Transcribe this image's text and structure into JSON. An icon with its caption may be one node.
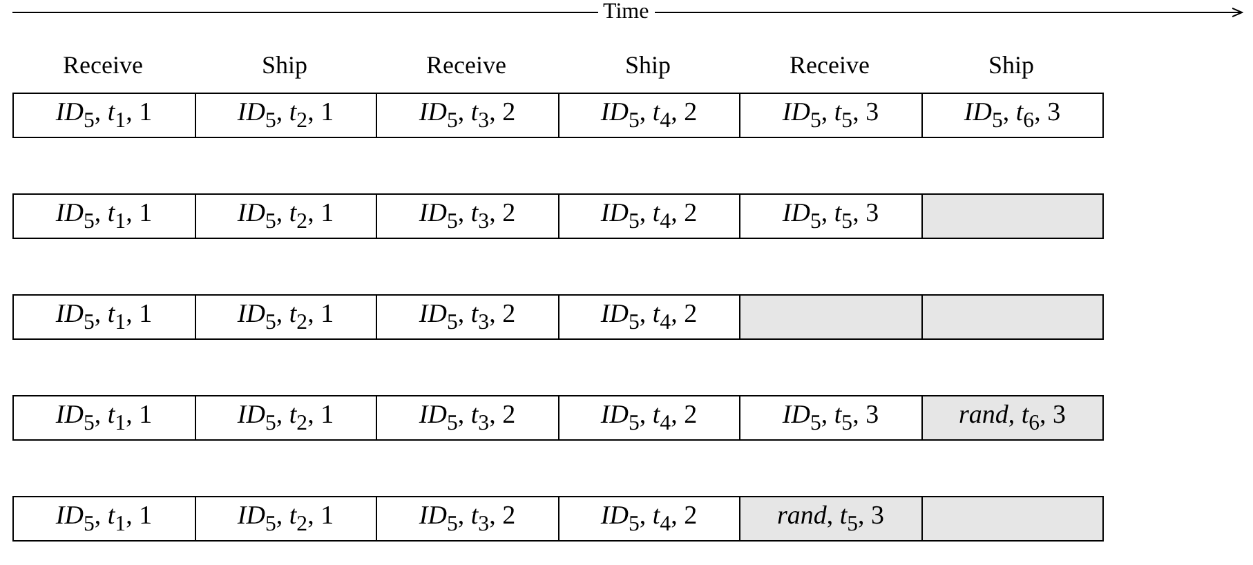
{
  "diagram": {
    "labels": [
      "Time",
      "Receive",
      "Ship",
      "Receive",
      "Ship",
      "Receive",
      "Ship",
      "*ID*$_{5}$, *t*$_{1}$, 1",
      "*ID*$_{5}$, *t*$_{2}$, 1",
      "*ID*$_{5}$, *t*$_{3}$, 2",
      "*ID*$_{5}$, *t*$_{4}$, 2",
      "*ID*$_{5}$, *t*$_{5}$, 3",
      "*ID*$_{5}$, *t*$_{6}$, 3",
      "*ID*$_{5}$, *t*$_{1}$, 1",
      "*ID*$_{5}$, *t*$_{2}$, 1",
      "*ID*$_{5}$, *t*$_{3}$, 2",
      "*ID*$_{5}$, *t*$_{4}$, 2",
      "*ID*$_{5}$, *t*$_{5}$, 3",
      "*ID*$_{5}$, *t*$_{1}$, 1",
      "*ID*$_{5}$, *t*$_{2}$, 1",
      "*ID*$_{5}$, *t*$_{3}$, 2",
      "*ID*$_{5}$, *t*$_{4}$, 2",
      "*ID*$_{5}$, *t*$_{1}$, 1",
      "*ID*$_{5}$, *t*$_{2}$, 1",
      "*ID*$_{5}$, *t*$_{3}$, 2",
      "*ID*$_{5}$, *t*$_{4}$, 2",
      "*ID*$_{5}$, *t*$_{5}$, 3",
      "*rand*, *t*$_{6}$, 3",
      "*ID*$_{5}$, *t*$_{1}$, 1",
      "*ID*$_{5}$, *t*$_{2}$, 1",
      "*ID*$_{5}$, *t*$_{3}$, 2",
      "*ID*$_{5}$, *t*$_{4}$, 2",
      "*rand*, *t*$_{5}$, 3"
    ]
  }
}
